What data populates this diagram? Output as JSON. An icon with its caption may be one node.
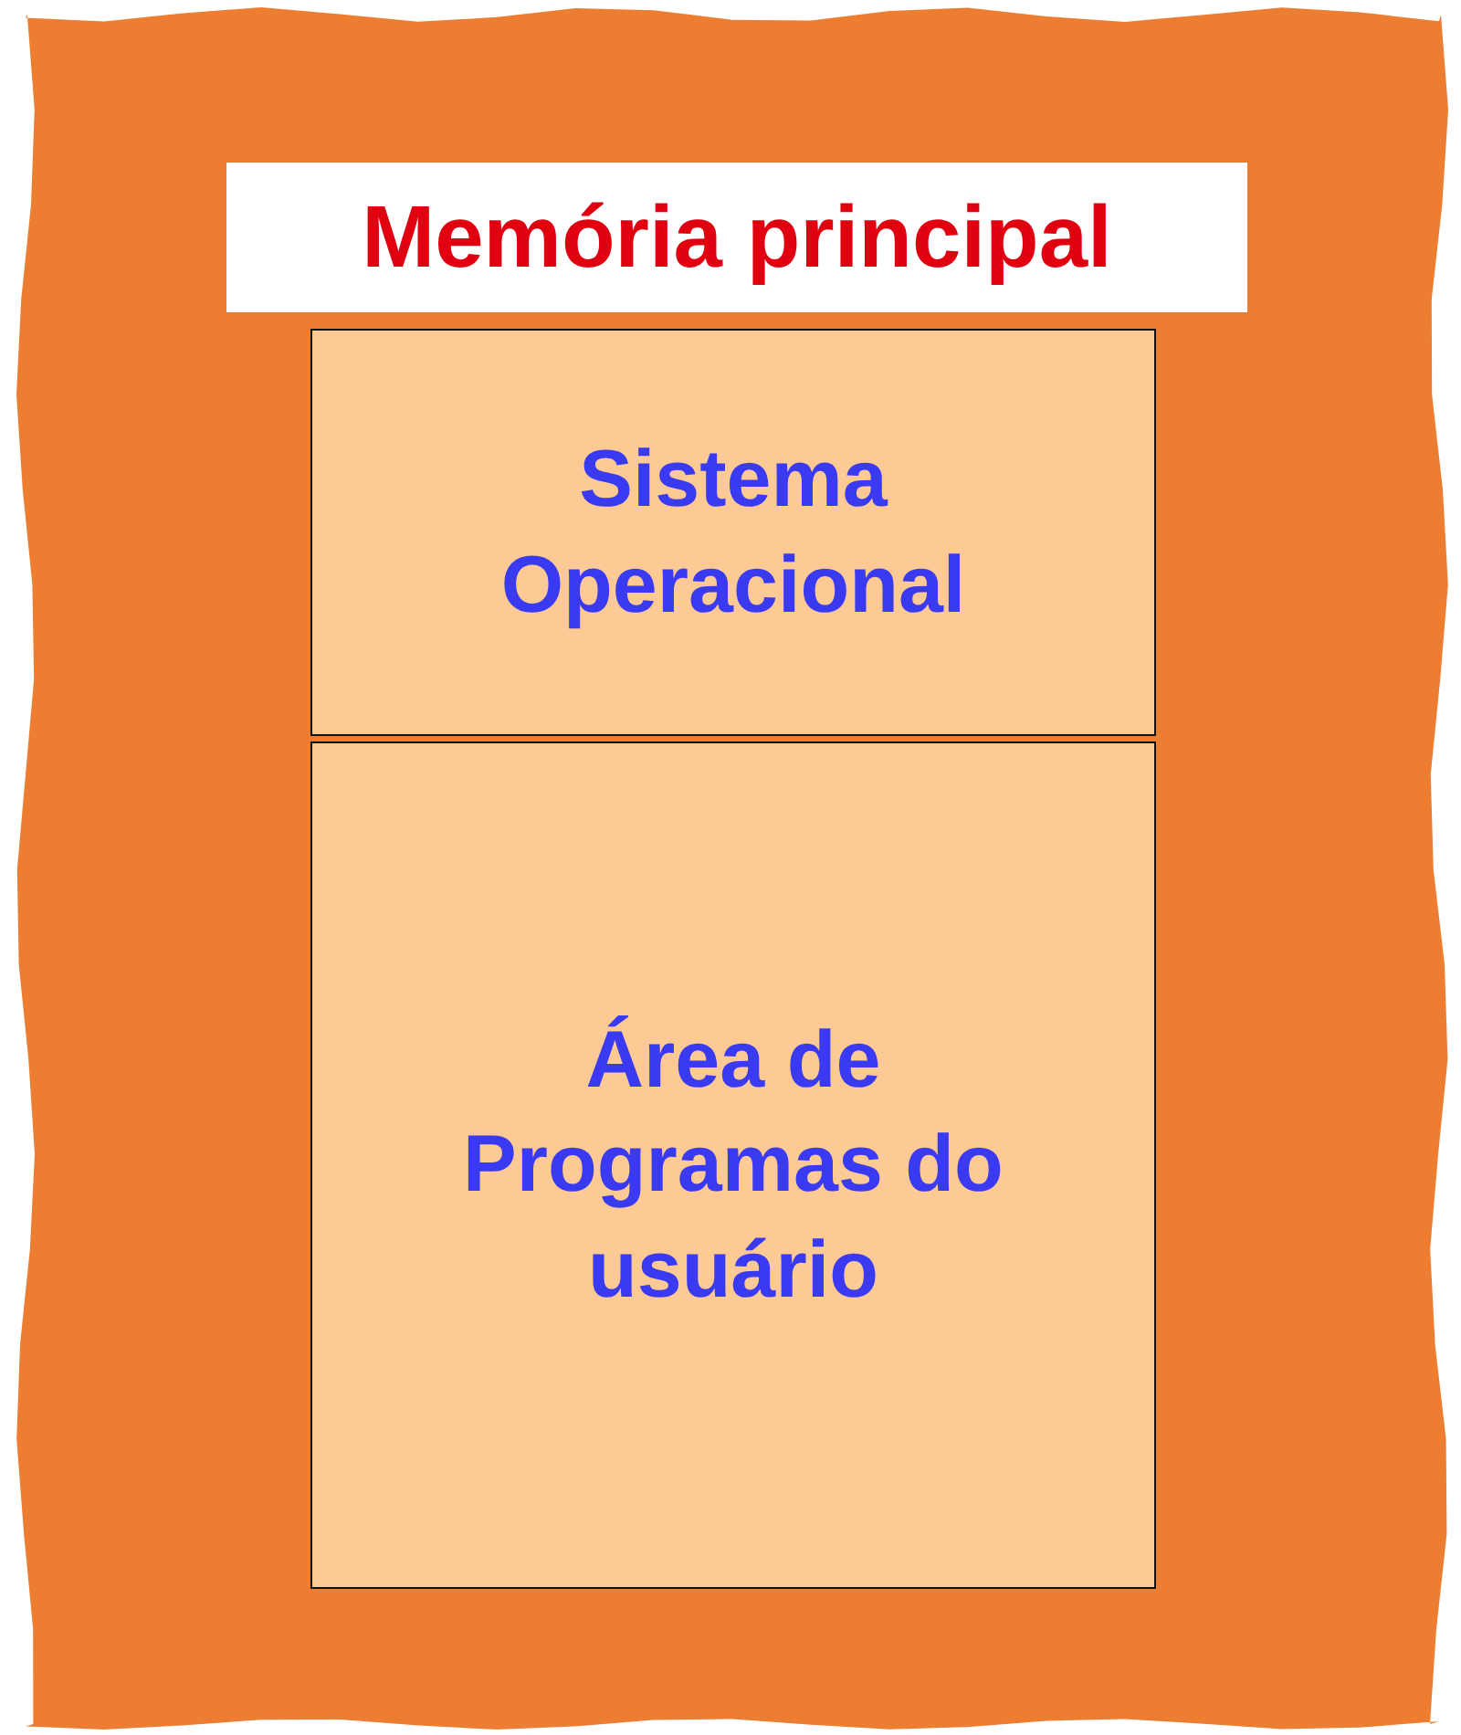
{
  "diagram": {
    "nodes": [
      {
        "text": [
          "Memória principal"
        ]
      },
      {
        "text": [
          "Sistema Operacional"
        ]
      },
      {
        "text": [
          "Área de Programas do usuário"
        ]
      }
    ]
  }
}
